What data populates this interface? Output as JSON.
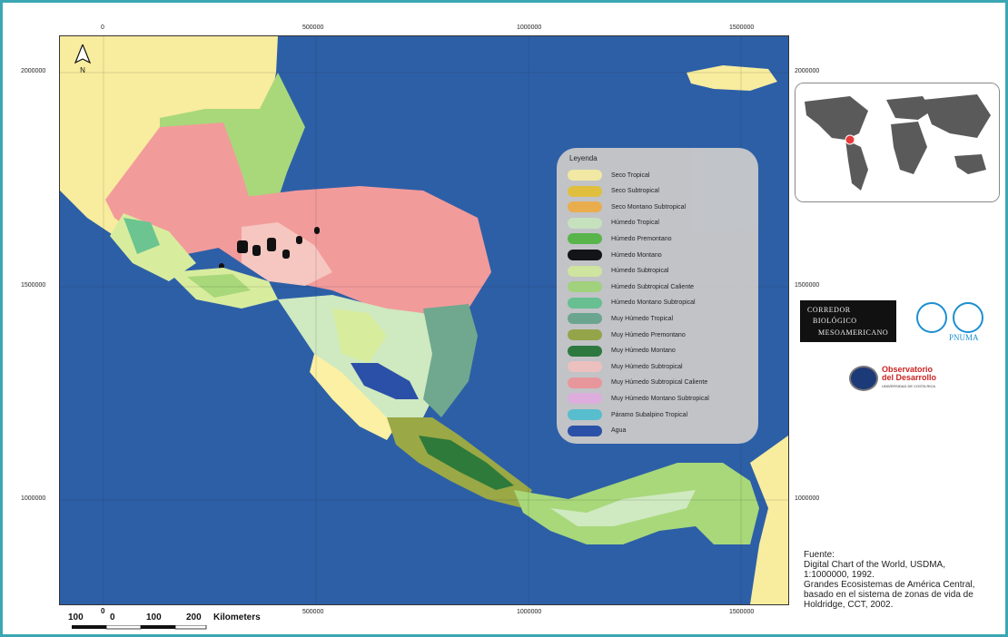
{
  "map": {
    "axis_top": [
      "0",
      "500000",
      "1000000",
      "1500000"
    ],
    "axis_bottom": [
      "500000",
      "1000000",
      "1500000"
    ],
    "axis_left": [
      "2000000",
      "1500000",
      "1000000"
    ],
    "axis_right": [
      "2000000",
      "1500000",
      "1000000"
    ],
    "north_label": "N",
    "colors": {
      "water": "#2d5fa7",
      "land_outside": "#f8ec9e"
    }
  },
  "legend": {
    "title": "Leyenda",
    "items": [
      {
        "label": "Seco Tropical",
        "color": "#fbf0a3"
      },
      {
        "label": "Seco Subtropical",
        "color": "#eac53a"
      },
      {
        "label": "Seco Montano Subtropical",
        "color": "#f4b24a"
      },
      {
        "label": "Húmedo Tropical",
        "color": "#cfe9c0"
      },
      {
        "label": "Húmedo Premontano",
        "color": "#5cb948"
      },
      {
        "label": "Húmedo Montano",
        "color": "#111111"
      },
      {
        "label": "Húmedo Subtropical",
        "color": "#d8ec9e"
      },
      {
        "label": "Húmedo Subtropical Caliente",
        "color": "#a8d87a"
      },
      {
        "label": "Húmedo Montano Subtropical",
        "color": "#6cc590"
      },
      {
        "label": "Muy Húmedo Tropical",
        "color": "#6fa88e"
      },
      {
        "label": "Muy Húmedo Premontano",
        "color": "#9aa845"
      },
      {
        "label": "Muy Húmedo Montano",
        "color": "#2e7a3a"
      },
      {
        "label": "Muy Húmedo Subtropical",
        "color": "#f6c6c0"
      },
      {
        "label": "Muy Húmedo Subtropical Caliente",
        "color": "#f29b9b"
      },
      {
        "label": "Muy Húmedo Montano Subtropical",
        "color": "#e7b3e0"
      },
      {
        "label": "Páramo Subalpino Tropical",
        "color": "#5bc3cf"
      },
      {
        "label": "Agua",
        "color": "#2b50a8"
      }
    ]
  },
  "logos": {
    "cbm": [
      "CORREDOR",
      "BIOLÓGICO",
      "MESOAMERICANO"
    ],
    "pnuma": "PNUMA",
    "observatorio_title": "Observatorio",
    "observatorio_title2": "del Desarrollo",
    "observatorio_sub": "UNIVERSIDAD DE COSTA RICA"
  },
  "source": {
    "heading": "Fuente:",
    "lines": [
      "Digital Chart of the World, USDMA,",
      "1:1000000, 1992.",
      "Grandes Ecosistemas de América Central,",
      "basado en el sistema de zonas de vida de",
      "Holdridge, CCT, 2002."
    ]
  },
  "scale": {
    "labels": [
      "100",
      "0",
      "0",
      "100",
      "200"
    ],
    "unit": "Kilometers"
  }
}
